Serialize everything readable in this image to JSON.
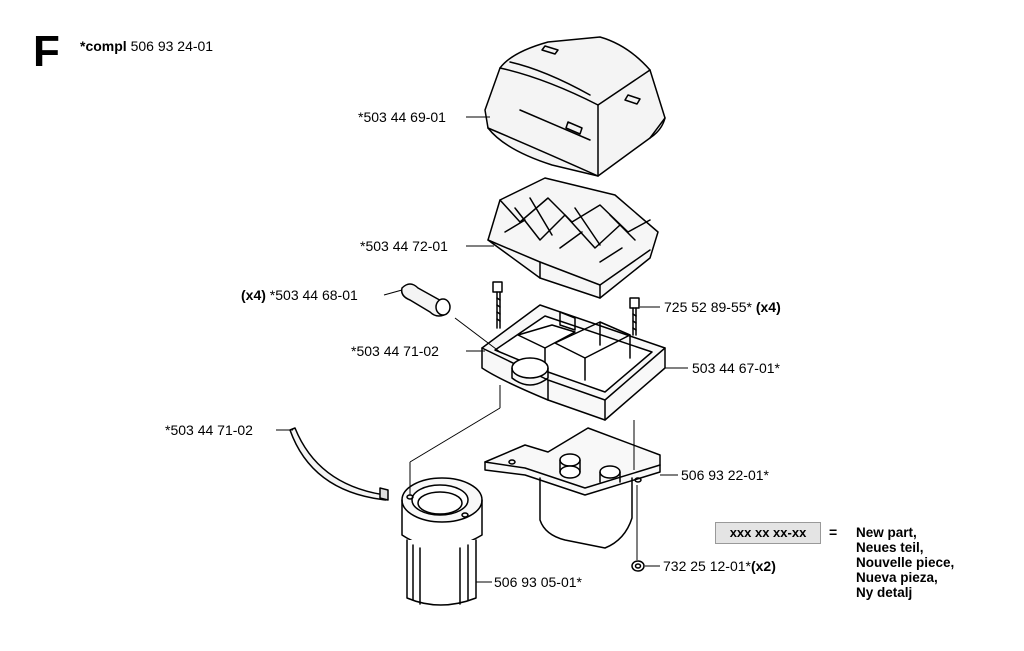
{
  "header": {
    "section_letter": "F",
    "compl_bold": "*compl",
    "compl_number": "506 93 24-01"
  },
  "parts": [
    {
      "prefix": "",
      "number": "*503 44 69-01",
      "suffix": ""
    },
    {
      "prefix": "",
      "number": "*503 44 72-01",
      "suffix": ""
    },
    {
      "prefix": "(x4)",
      "number": "*503 44 68-01",
      "suffix": ""
    },
    {
      "prefix": "",
      "number": "725 52 89-55*",
      "suffix": "(x4)"
    },
    {
      "prefix": "",
      "number": "*503 44 71-02",
      "suffix": ""
    },
    {
      "prefix": "",
      "number": "503 44 67-01*",
      "suffix": ""
    },
    {
      "prefix": "",
      "number": "*503 44 71-02",
      "suffix": ""
    },
    {
      "prefix": "",
      "number": "506 93 22-01*",
      "suffix": ""
    },
    {
      "prefix": "",
      "number": "732 25 12-01*",
      "suffix": "(x2)"
    },
    {
      "prefix": "",
      "number": "506 93 05-01*",
      "suffix": ""
    }
  ],
  "legend": {
    "code": "xxx xx xx-xx",
    "equals": "=",
    "lines": [
      "New part,",
      "Neues teil,",
      "Nouvelle piece,",
      "Nueva pieza,",
      "Ny detalj"
    ]
  }
}
